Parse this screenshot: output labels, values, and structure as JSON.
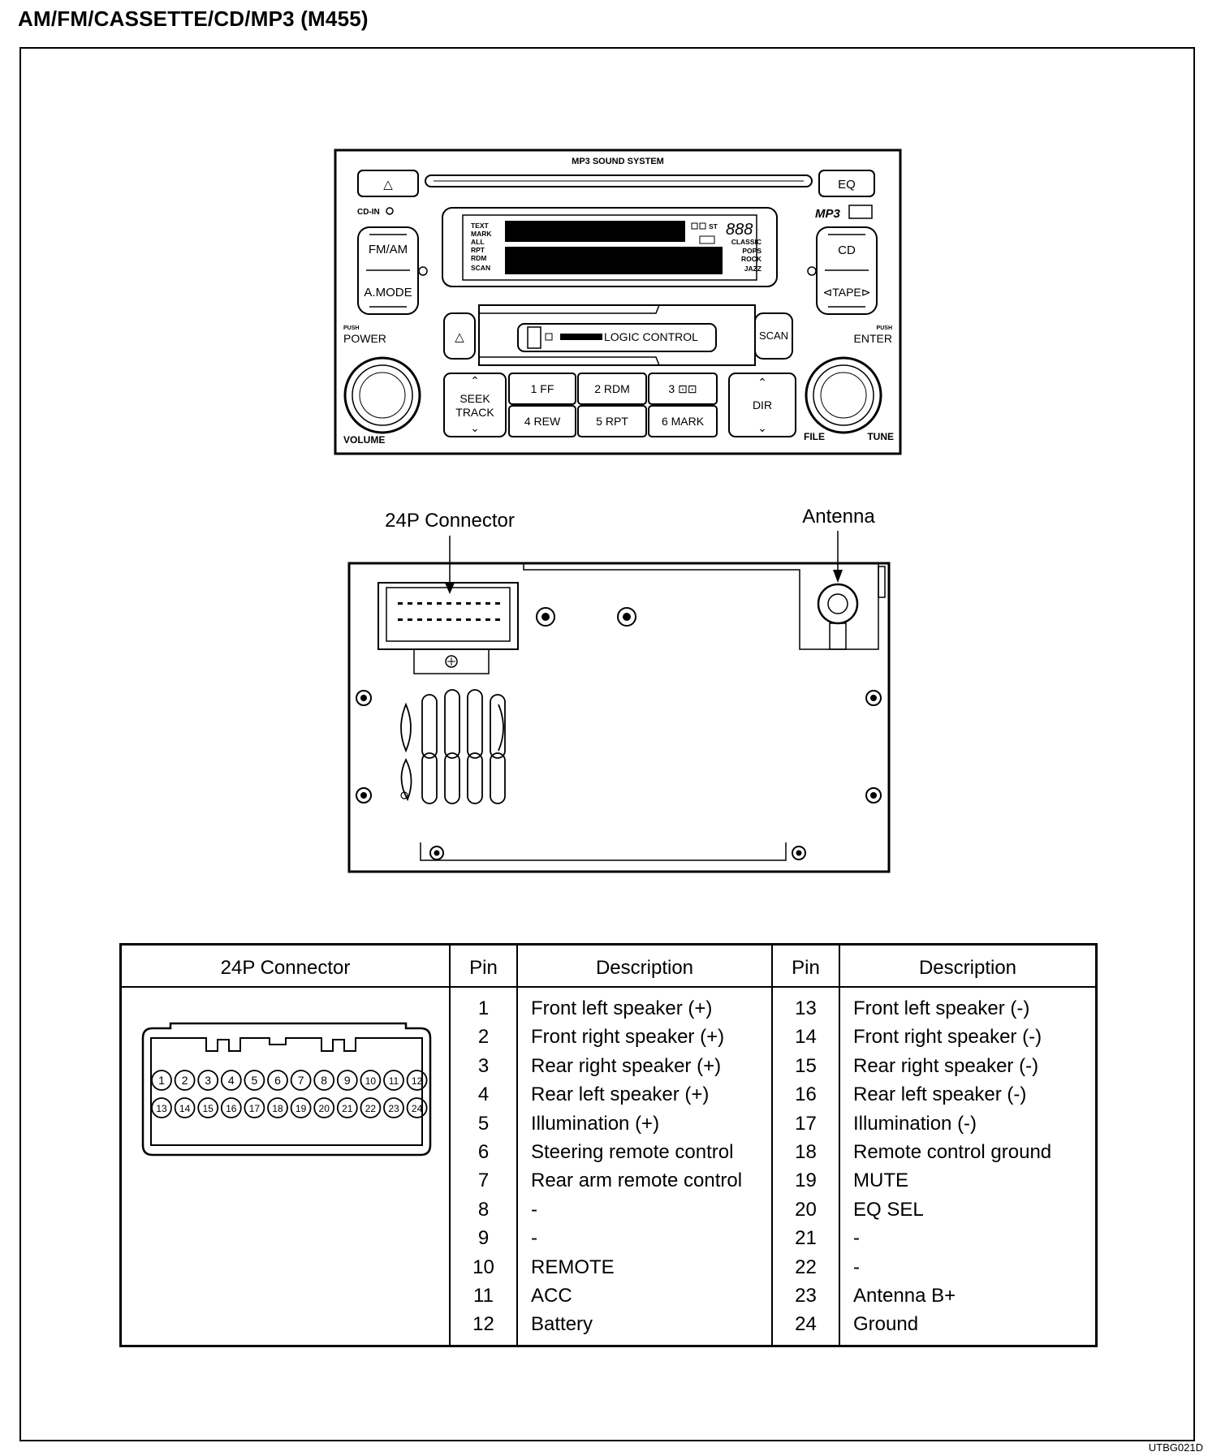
{
  "document": {
    "title": "AM/FM/CASSETTE/CD/MP3  (M455)",
    "code": "UTBG021D"
  },
  "front_panel": {
    "brand": "MP3 SOUND SYSTEM",
    "buttons": {
      "eject_top": "△",
      "eq": "EQ",
      "fm_am": "FM/AM",
      "a_mode": "A.MODE",
      "cd": "CD",
      "tape": "⊲TAPE⊳",
      "eject_tape": "△",
      "scan": "SCAN",
      "seek": "SEEK",
      "track": "TRACK",
      "preset_1": "1 FF",
      "preset_2": "2 RDM",
      "preset_3": "3 ⊡⊡",
      "preset_4": "4 REW",
      "preset_5": "5 RPT",
      "preset_6": "6 MARK",
      "dir": "DIR"
    },
    "labels": {
      "cd_in": "CD-IN",
      "power_push": "PUSH",
      "power": "POWER",
      "volume": "VOLUME",
      "enter_push": "PUSH",
      "enter": "ENTER",
      "file": "FILE",
      "tune": "TUNE",
      "mp3_logo": "MP3",
      "logic_control": "LOGIC CONTROL",
      "display_left": [
        "TEXT",
        "MARK",
        "ALL",
        "RPT",
        "RDM",
        "SCAN"
      ],
      "display_right": [
        "CLASSIC",
        "POPS",
        "ROCK",
        "JAZZ"
      ],
      "display_st": "ST",
      "display_digits": "888"
    }
  },
  "rear_view": {
    "connector_label": "24P Connector",
    "antenna_label": "Antenna"
  },
  "connector_table": {
    "headers": {
      "connector": "24P Connector",
      "pin_a": "Pin",
      "desc_a": "Description",
      "pin_b": "Pin",
      "desc_b": "Description"
    },
    "connector_pins": {
      "top_row": [
        "1",
        "2",
        "3",
        "4",
        "5",
        "6",
        "7",
        "8",
        "9",
        "10",
        "11",
        "12"
      ],
      "bottom_row": [
        "13",
        "14",
        "15",
        "16",
        "17",
        "18",
        "19",
        "20",
        "21",
        "22",
        "23",
        "24"
      ]
    },
    "left_rows": [
      {
        "pin": "1",
        "desc": "Front left speaker (+)"
      },
      {
        "pin": "2",
        "desc": "Front right speaker (+)"
      },
      {
        "pin": "3",
        "desc": "Rear right speaker (+)"
      },
      {
        "pin": "4",
        "desc": "Rear left speaker (+)"
      },
      {
        "pin": "5",
        "desc": "Illumination (+)"
      },
      {
        "pin": "6",
        "desc": "Steering remote control"
      },
      {
        "pin": "7",
        "desc": "Rear arm remote control"
      },
      {
        "pin": "8",
        "desc": "-"
      },
      {
        "pin": "9",
        "desc": "-"
      },
      {
        "pin": "10",
        "desc": "REMOTE"
      },
      {
        "pin": "11",
        "desc": "ACC"
      },
      {
        "pin": "12",
        "desc": "Battery"
      }
    ],
    "right_rows": [
      {
        "pin": "13",
        "desc": "Front left speaker (-)"
      },
      {
        "pin": "14",
        "desc": "Front right speaker (-)"
      },
      {
        "pin": "15",
        "desc": "Rear right speaker (-)"
      },
      {
        "pin": "16",
        "desc": "Rear left speaker (-)"
      },
      {
        "pin": "17",
        "desc": "Illumination (-)"
      },
      {
        "pin": "18",
        "desc": "Remote control ground"
      },
      {
        "pin": "19",
        "desc": "MUTE"
      },
      {
        "pin": "20",
        "desc": "EQ SEL"
      },
      {
        "pin": "21",
        "desc": "-"
      },
      {
        "pin": "22",
        "desc": "-"
      },
      {
        "pin": "23",
        "desc": "Antenna B+"
      },
      {
        "pin": "24",
        "desc": "Ground"
      }
    ]
  }
}
